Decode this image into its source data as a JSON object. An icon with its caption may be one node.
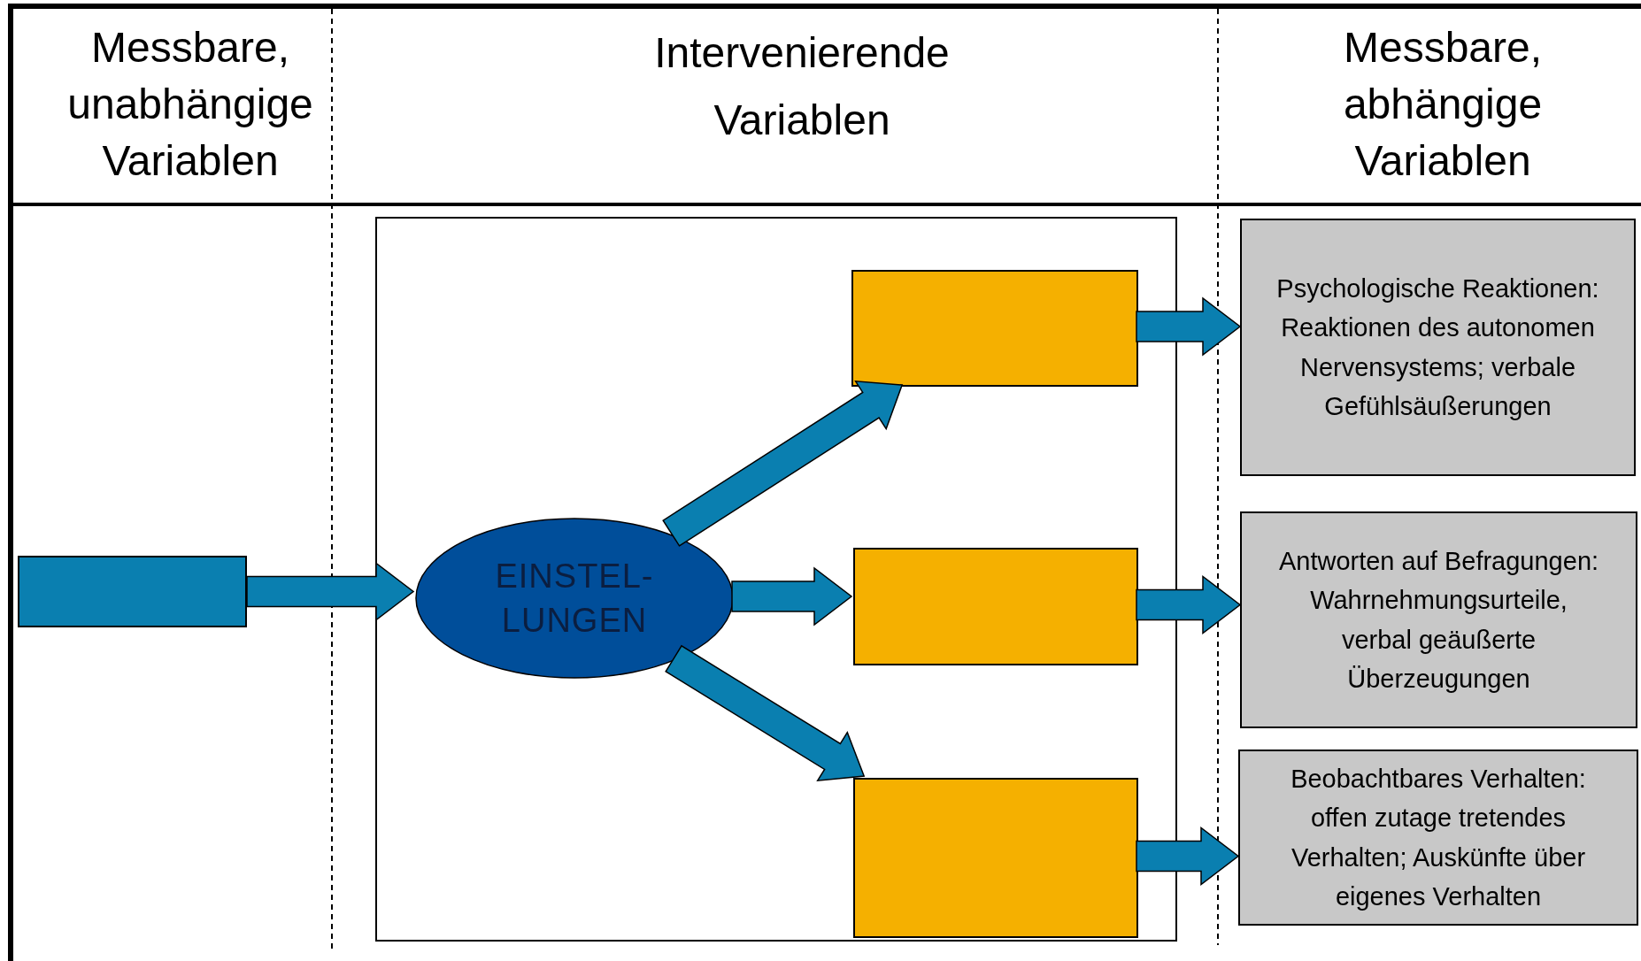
{
  "diagram": {
    "nodes": [
      {
        "text": [],
        "shape": "box"
      },
      {
        "text": [],
        "shape": "box"
      },
      {
        "text": [
          "EINSTEL- LUNGEN"
        ],
        "in": 1
      },
      {
        "text": [],
        "shape": "box",
        "in": 1
      },
      {
        "text": [],
        "shape": "box",
        "in": 1
      },
      {
        "text": [],
        "shape": "box",
        "in": 1
      },
      {
        "text": [
          "Psychologische Reaktionen: Reaktionen des autonomen Nervensystems; verbale Gefühlsäußerungen"
        ]
      },
      {
        "text": [
          "Antworten auf Befragungen: Wahrnehmungsurteile, verbal geäußerte Überzeugungen"
        ]
      },
      {
        "text": [
          "Beobachtbares Verhalten: offen zutage tretendes Verhalten; Auskünfte über eigenes Verhalten"
        ]
      }
    ],
    "edges": [
      {
        "from": 0,
        "to": 2,
        "arrow": "to"
      },
      {
        "from": 2,
        "to": 3,
        "arrow": "to"
      },
      {
        "from": 2,
        "to": 4,
        "arrow": "to"
      },
      {
        "from": 2,
        "to": 5,
        "arrow": "to"
      },
      {
        "from": 3,
        "to": 6,
        "arrow": "to"
      },
      {
        "from": 4,
        "to": 7,
        "arrow": "to"
      },
      {
        "from": 5,
        "to": 8,
        "arrow": "to"
      }
    ],
    "labels": [
      "Messbare, unabhängige Variablen",
      "Intervenierende Variablen",
      "Messbare, abhängige Variablen"
    ]
  }
}
